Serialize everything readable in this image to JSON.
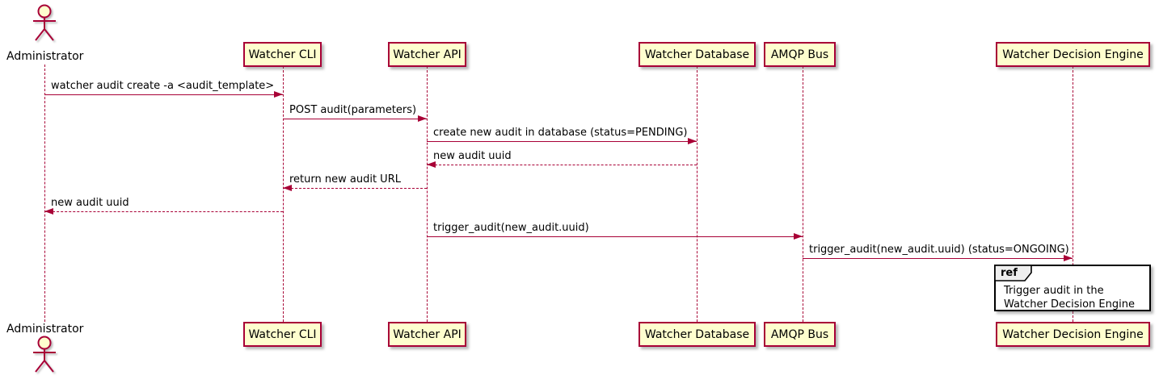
{
  "diagram": {
    "type": "sequence",
    "tool_style": "plantuml",
    "participants": [
      {
        "name": "Administrator",
        "kind": "actor"
      },
      {
        "name": "Watcher CLI",
        "kind": "participant"
      },
      {
        "name": "Watcher API",
        "kind": "participant"
      },
      {
        "name": "Watcher Database",
        "kind": "participant"
      },
      {
        "name": "AMQP Bus",
        "kind": "participant"
      },
      {
        "name": "Watcher Decision Engine",
        "kind": "participant"
      }
    ],
    "messages": [
      {
        "from": "Administrator",
        "to": "Watcher CLI",
        "text": "watcher audit create -a <audit_template>",
        "style": "solid"
      },
      {
        "from": "Watcher CLI",
        "to": "Watcher API",
        "text": "POST audit(parameters)",
        "style": "solid"
      },
      {
        "from": "Watcher API",
        "to": "Watcher Database",
        "text": "create new audit in database (status=PENDING)",
        "style": "solid"
      },
      {
        "from": "Watcher Database",
        "to": "Watcher API",
        "text": "new audit uuid",
        "style": "dashed"
      },
      {
        "from": "Watcher API",
        "to": "Watcher CLI",
        "text": "return new audit URL",
        "style": "dashed"
      },
      {
        "from": "Watcher CLI",
        "to": "Administrator",
        "text": "new audit uuid",
        "style": "dashed"
      },
      {
        "from": "Watcher API",
        "to": "AMQP Bus",
        "text": "trigger_audit(new_audit.uuid)",
        "style": "solid"
      },
      {
        "from": "AMQP Bus",
        "to": "Watcher Decision Engine",
        "text": "trigger_audit(new_audit.uuid) (status=ONGOING)",
        "style": "solid"
      }
    ],
    "ref_fragment": {
      "keyword": "ref",
      "over": "Watcher Decision Engine",
      "line1": "Trigger audit in the",
      "line2": "Watcher Decision Engine"
    },
    "colors": {
      "participant_fill": "#FEFECE",
      "participant_border": "#A80036",
      "line_color": "#A80036",
      "text_color": "#000000",
      "ref_header_fill": "#EEEEEE",
      "ref_border": "#000000"
    }
  }
}
